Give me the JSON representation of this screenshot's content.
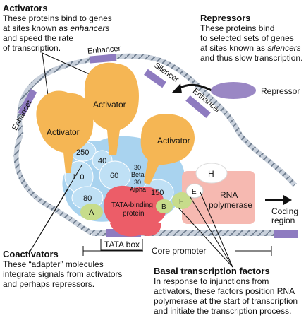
{
  "activators": {
    "title": "Activators",
    "text1": "These proteins bind to genes",
    "text2a": "at sites known as ",
    "text2b": "enhancers",
    "text3": "and speed the rate",
    "text4": "of transcription."
  },
  "repressors": {
    "title": "Repressors",
    "text1": "These proteins bind",
    "text2": "to selected sets of genes",
    "text3a": "at sites known as ",
    "text3b": "silencers",
    "text4": "and thus slow transcription."
  },
  "coactivators": {
    "title": "Coactivators",
    "text1": "These “adapter” molecules",
    "text2": "integrate signals from activators",
    "text3": "and perhaps repressors."
  },
  "basal": {
    "title": "Basal transcription factors",
    "text1": "In response to injunctions from",
    "text2": "activators, these factors position RNA",
    "text3": "polymerase at the start of transcription",
    "text4": "and initiate the transcription process."
  },
  "labels": {
    "enhancer_top": "Enhancer",
    "enhancer_left": "Enhancer",
    "enhancer_right": "Enhancer",
    "silencer": "Silencer",
    "repressor": "Repressor",
    "activator_left": "Activator",
    "activator_mid": "Activator",
    "activator_right": "Activator",
    "n250": "250",
    "n40": "40",
    "n60": "60",
    "n110": "110",
    "n80": "80",
    "n150": "150",
    "n30beta_a": "30",
    "n30beta_b": "Beta",
    "n30alpha_a": "30",
    "n30alpha_b": "Alpha",
    "tbp1": "TATA-binding",
    "tbp2": "protein",
    "A": "A",
    "B": "B",
    "F": "F",
    "E": "E",
    "H": "H",
    "rnapol1": "RNA",
    "rnapol2": "polymerase",
    "coding1": "Coding",
    "coding2": "region",
    "tata_box": "TATA box",
    "core_promoter": "Core promoter"
  },
  "colors": {
    "activator": "#f5b654",
    "coactivator": "#a9d3ef",
    "tbp": "#ec5d68",
    "rna_pol": "#f6b9b1",
    "repressor": "#9a87c4",
    "green": "#c7dc8b",
    "dna": "#9aa6b5",
    "dna_segment": "#8e7bc0"
  }
}
